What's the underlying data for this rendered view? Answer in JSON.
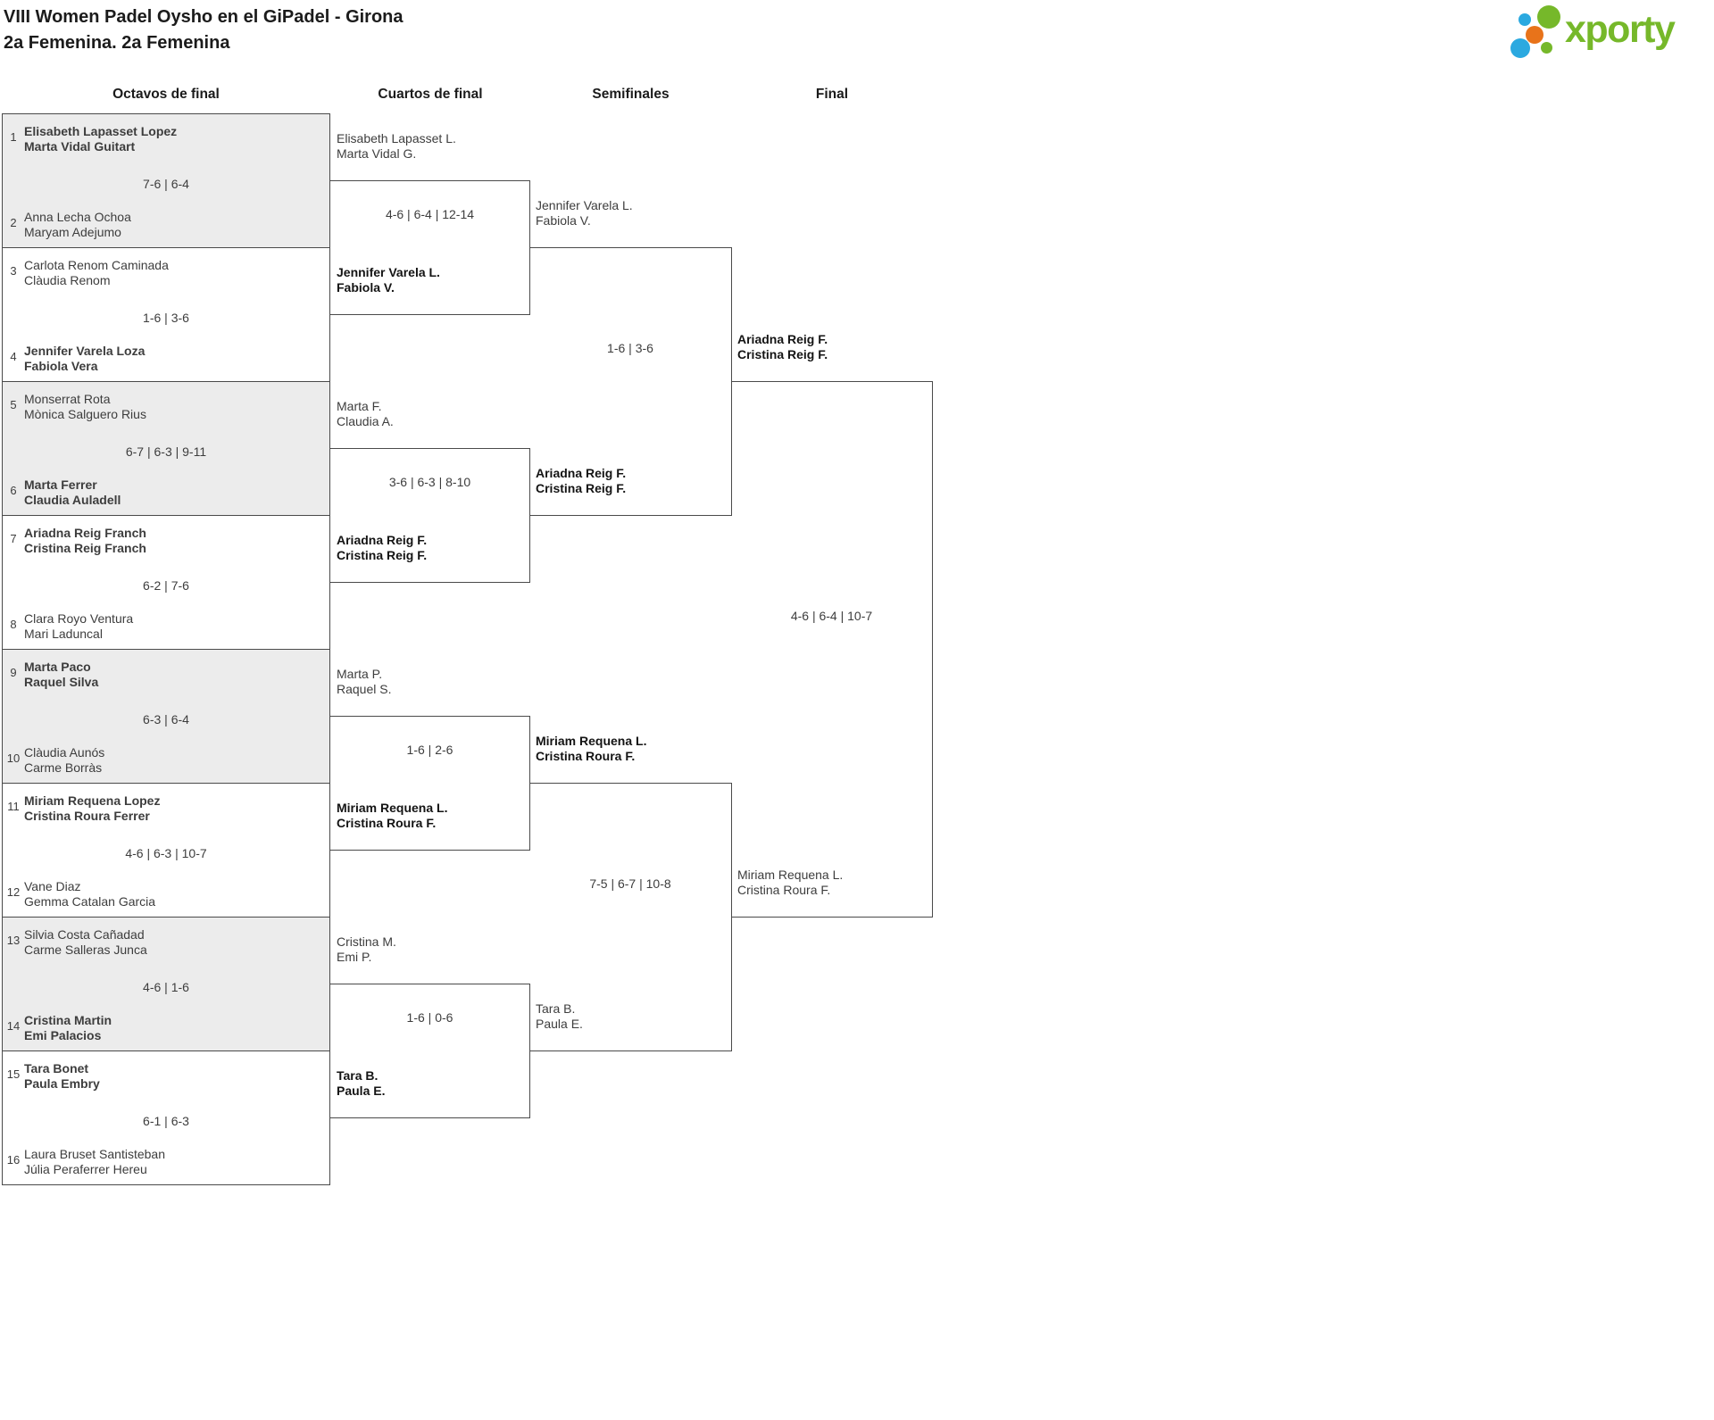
{
  "page": {
    "title_line1": "VIII Women Padel Oysho en el GiPadel - Girona",
    "title_line2": "2a Femenina. 2a Femenina"
  },
  "logo": {
    "text": "xporty"
  },
  "colors": {
    "logo_green": "#76b82a",
    "logo_blue": "#2ba9e0",
    "logo_orange": "#e8731a",
    "shaded_row": "#ececec",
    "border": "#4a4a4a",
    "winner_text": "#141414",
    "normal_text": "#3d3d3d"
  },
  "round_headers": {
    "r16": "Octavos de final",
    "qf": "Cuartos de final",
    "sf": "Semifinales",
    "final": "Final"
  },
  "r16": [
    {
      "seed_top": "1",
      "top1": "Elisabeth Lapasset Lopez",
      "top2": "Marta Vidal Guitart",
      "score": "7-6 | 6-4",
      "seed_bottom": "2",
      "bottom1": "Anna Lecha Ochoa",
      "bottom2": "Maryam Adejumo",
      "winner": "top"
    },
    {
      "seed_top": "3",
      "top1": "Carlota Renom Caminada",
      "top2": "Clàudia Renom",
      "score": "1-6 | 3-6",
      "seed_bottom": "4",
      "bottom1": "Jennifer Varela Loza",
      "bottom2": "Fabiola Vera",
      "winner": "bottom"
    },
    {
      "seed_top": "5",
      "top1": "Monserrat Rota",
      "top2": "Mònica Salguero Rius",
      "score": "6-7 | 6-3 | 9-11",
      "seed_bottom": "6",
      "bottom1": "Marta Ferrer",
      "bottom2": "Claudia Auladell",
      "winner": "bottom"
    },
    {
      "seed_top": "7",
      "top1": "Ariadna Reig Franch",
      "top2": "Cristina Reig Franch",
      "score": "6-2 | 7-6",
      "seed_bottom": "8",
      "bottom1": "Clara Royo Ventura",
      "bottom2": "Mari Laduncal",
      "winner": "top"
    },
    {
      "seed_top": "9",
      "top1": "Marta Paco",
      "top2": "Raquel Silva",
      "score": "6-3 | 6-4",
      "seed_bottom": "10",
      "bottom1": "Clàudia Aunós",
      "bottom2": "Carme Borràs",
      "winner": "top"
    },
    {
      "seed_top": "11",
      "top1": "Miriam Requena Lopez",
      "top2": "Cristina Roura Ferrer",
      "score": "4-6 | 6-3 | 10-7",
      "seed_bottom": "12",
      "bottom1": "Vane Diaz",
      "bottom2": "Gemma Catalan Garcia",
      "winner": "top"
    },
    {
      "seed_top": "13",
      "top1": "Silvia Costa Cañadad",
      "top2": "Carme Salleras Junca",
      "score": "4-6 | 1-6",
      "seed_bottom": "14",
      "bottom1": "Cristina Martin",
      "bottom2": "Emi Palacios",
      "winner": "bottom"
    },
    {
      "seed_top": "15",
      "top1": "Tara Bonet",
      "top2": "Paula Embry",
      "score": "6-1 | 6-3",
      "seed_bottom": "16",
      "bottom1": "Laura Bruset Santisteban",
      "bottom2": "Júlia Peraferrer Hereu",
      "winner": "top"
    }
  ],
  "qf": [
    {
      "top1": "Elisabeth Lapasset L.",
      "top2": "Marta Vidal G.",
      "score": "4-6 | 6-4 | 12-14",
      "bottom1": "Jennifer Varela L.",
      "bottom2": "Fabiola V.",
      "winner": "bottom"
    },
    {
      "top1": "Marta F.",
      "top2": "Claudia A.",
      "score": "3-6 | 6-3 | 8-10",
      "bottom1": "Ariadna Reig F.",
      "bottom2": "Cristina Reig F.",
      "winner": "bottom"
    },
    {
      "top1": "Marta P.",
      "top2": "Raquel S.",
      "score": "1-6 | 2-6",
      "bottom1": "Miriam Requena L.",
      "bottom2": "Cristina Roura F.",
      "winner": "bottom"
    },
    {
      "top1": "Cristina M.",
      "top2": "Emi P.",
      "score": "1-6 | 0-6",
      "bottom1": "Tara B.",
      "bottom2": "Paula E.",
      "winner": "bottom"
    }
  ],
  "sf": [
    {
      "top1": "Jennifer Varela L.",
      "top2": "Fabiola V.",
      "score": "1-6 | 3-6",
      "bottom1": "Ariadna Reig F.",
      "bottom2": "Cristina Reig F.",
      "winner": "bottom"
    },
    {
      "top1": "Miriam Requena L.",
      "top2": "Cristina Roura F.",
      "score": "7-5 | 6-7 | 10-8",
      "bottom1": "Tara B.",
      "bottom2": "Paula E.",
      "winner": "top"
    }
  ],
  "final": {
    "top1": "Ariadna Reig F.",
    "top2": "Cristina Reig F.",
    "score": "4-6 | 6-4 | 10-7",
    "bottom1": "Miriam Requena L.",
    "bottom2": "Cristina Roura F.",
    "winner": "top"
  }
}
